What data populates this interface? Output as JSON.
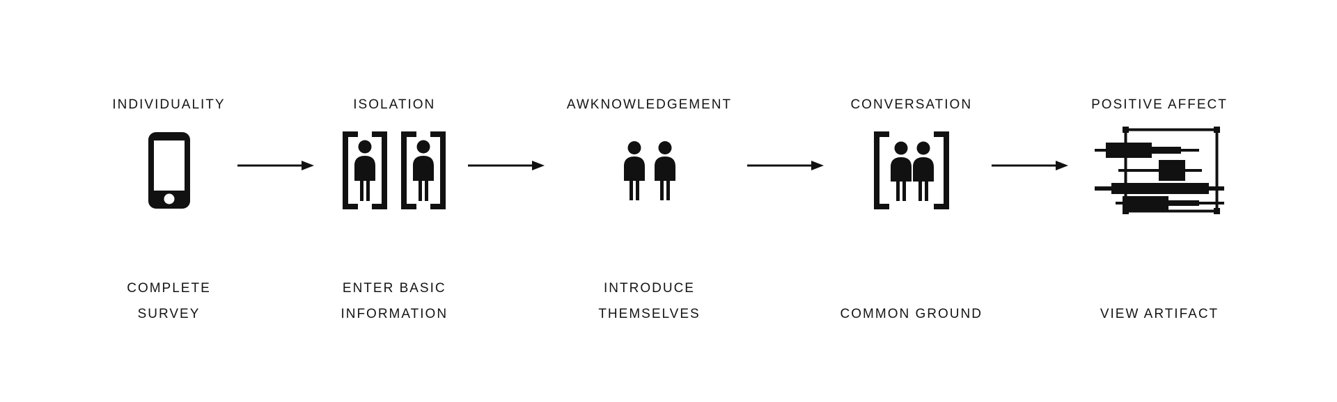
{
  "page": {
    "background_color": "#ffffff",
    "ink_color": "#141414",
    "kind": "process-flow-diagram",
    "stage_count": 5,
    "arrow_count": 4
  },
  "stages": [
    {
      "title": "INDIVIDUALITY",
      "icon": "smartphone-icon",
      "caption_lines": [
        "COMPLETE",
        "SURVEY"
      ],
      "caption_single": false
    },
    {
      "title": "ISOLATION",
      "icon": "two-bracketed-people-icon",
      "caption_lines": [
        "ENTER BASIC",
        "INFORMATION"
      ],
      "caption_single": false
    },
    {
      "title": "AWKNOWLEDGEMENT",
      "icon": "two-people-icon",
      "caption_lines": [
        "INTRODUCE",
        "THEMSELVES"
      ],
      "caption_single": false
    },
    {
      "title": "CONVERSATION",
      "icon": "two-people-in-shared-bracket-icon",
      "caption_lines": [
        "COMMON GROUND"
      ],
      "caption_single": true
    },
    {
      "title": "POSITIVE AFFECT",
      "icon": "artifact-chart-icon",
      "caption_lines": [
        "VIEW ARTIFACT"
      ],
      "caption_single": true
    }
  ],
  "arrows": [
    {
      "name": "arrow-right-icon",
      "from": "INDIVIDUALITY",
      "to": "ISOLATION"
    },
    {
      "name": "arrow-right-icon",
      "from": "ISOLATION",
      "to": "AWKNOWLEDGEMENT"
    },
    {
      "name": "arrow-right-icon",
      "from": "AWKNOWLEDGEMENT",
      "to": "CONVERSATION"
    },
    {
      "name": "arrow-right-icon",
      "from": "CONVERSATION",
      "to": "POSITIVE AFFECT"
    }
  ]
}
